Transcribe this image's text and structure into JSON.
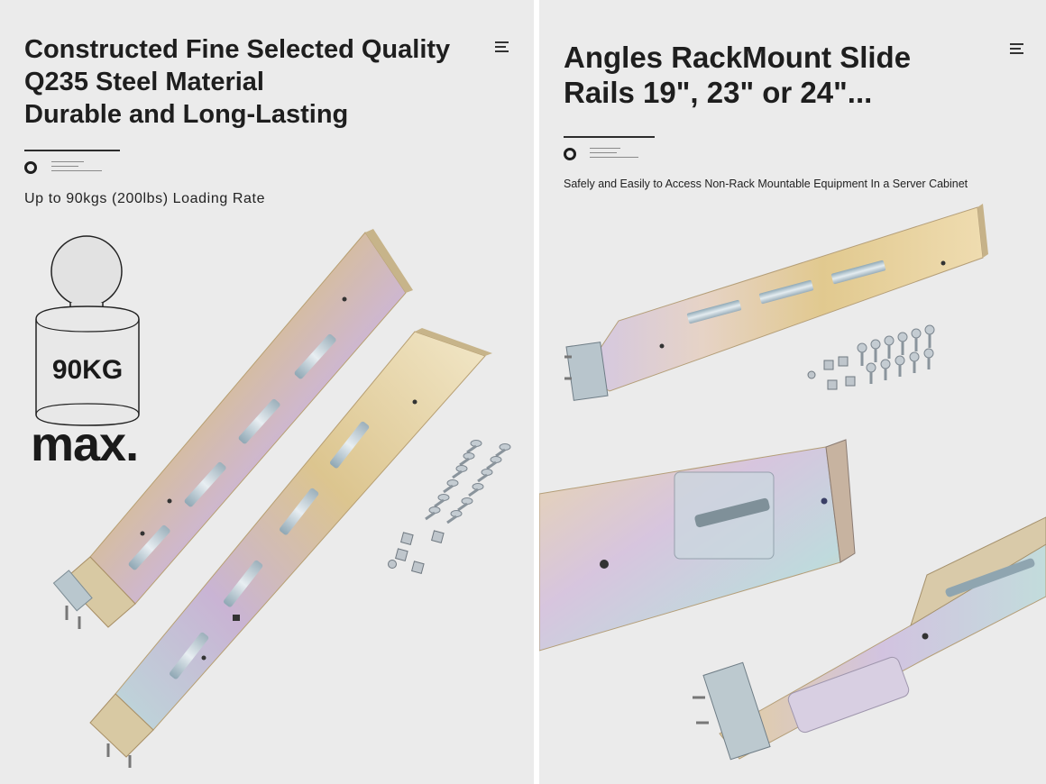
{
  "left_panel": {
    "title_lines": [
      "Constructed Fine Selected Quality",
      "Q235 Steel Material",
      "Durable and Long-Lasting"
    ],
    "subtitle": "Up to 90kgs (200lbs) Loading Rate",
    "weight_label": "90KG",
    "max_label": "max."
  },
  "right_panel": {
    "title": "Angles RackMount Slide Rails 19\", 23\" or 24\"...",
    "subtitle": "Safely and Easily to Access Non-Rack Mountable Equipment In a Server Cabinet"
  },
  "colors": {
    "panel_background": "#ebebeb",
    "text": "#1e1e1e",
    "rail_steel_gold": "#d9c08a",
    "rail_steel_violet": "#cdb6d6",
    "rail_steel_cyan": "#b9d6d8"
  },
  "icons": [
    "menu-icon",
    "weight-icon",
    "screw-icon",
    "cage-nut-icon"
  ]
}
